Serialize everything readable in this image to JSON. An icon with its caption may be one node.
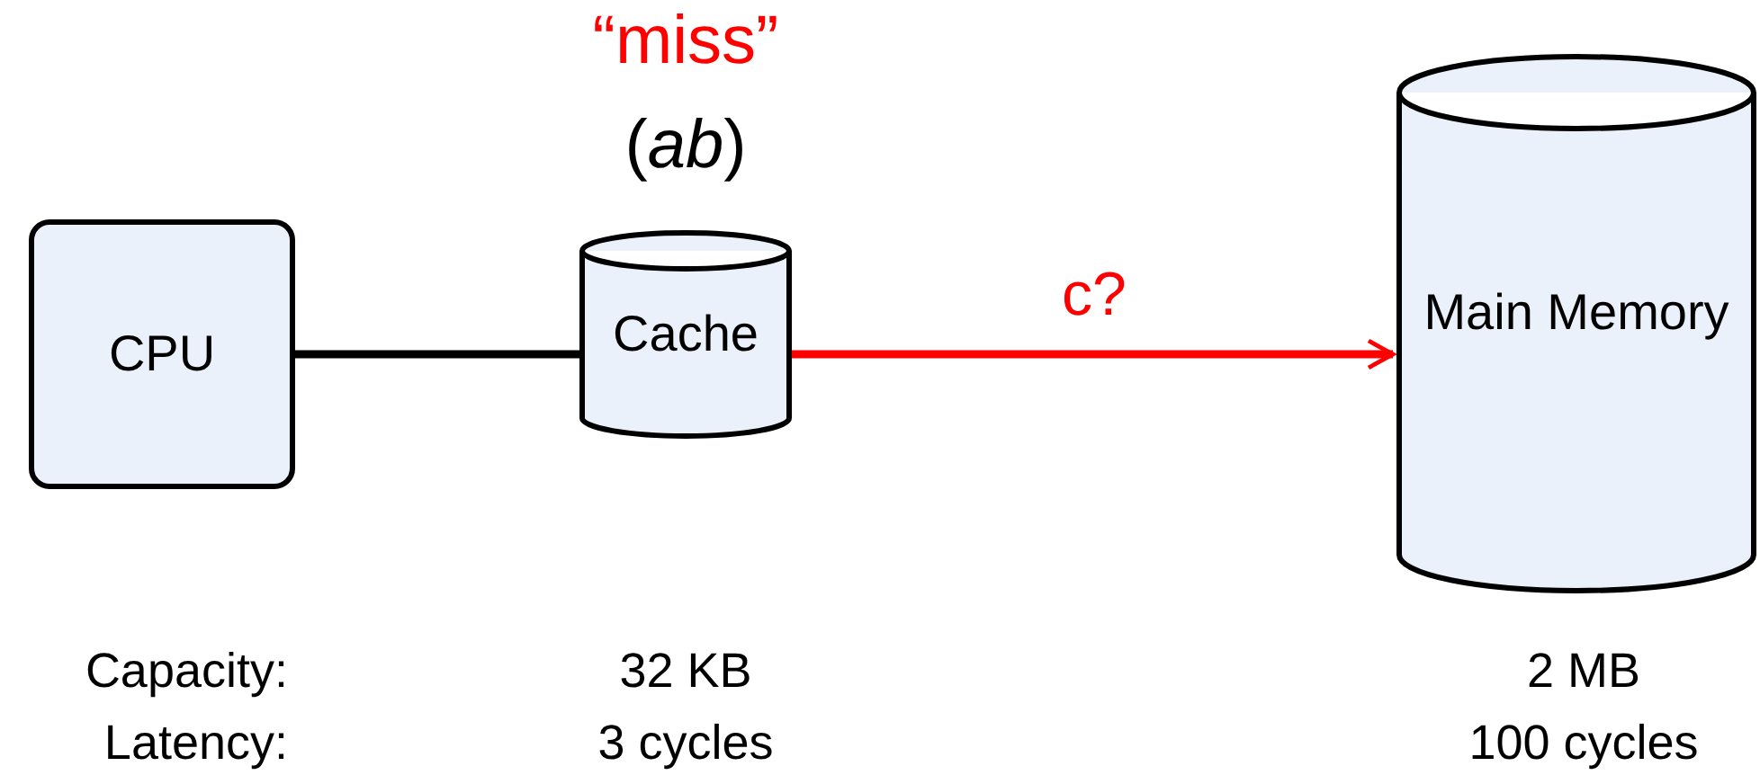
{
  "diagram": {
    "nodes": [
      {
        "text": [
          "CPU"
        ]
      },
      {
        "text": [
          "Cache"
        ],
        "beside": [
          "“miss”",
          "(*ab*)"
        ]
      },
      {
        "text": [
          "Main Memory"
        ]
      }
    ],
    "edges": [
      {
        "from": 0,
        "to": 1,
        "arrow": "none"
      },
      {
        "from": 1,
        "to": 2,
        "arrow": "to",
        "label": "c?",
        "color": "#ff0000"
      }
    ],
    "labels": [
      "Capacity:",
      "32 KB",
      "2 MB",
      "Latency:",
      "3 cycles",
      "100 cycles"
    ]
  }
}
